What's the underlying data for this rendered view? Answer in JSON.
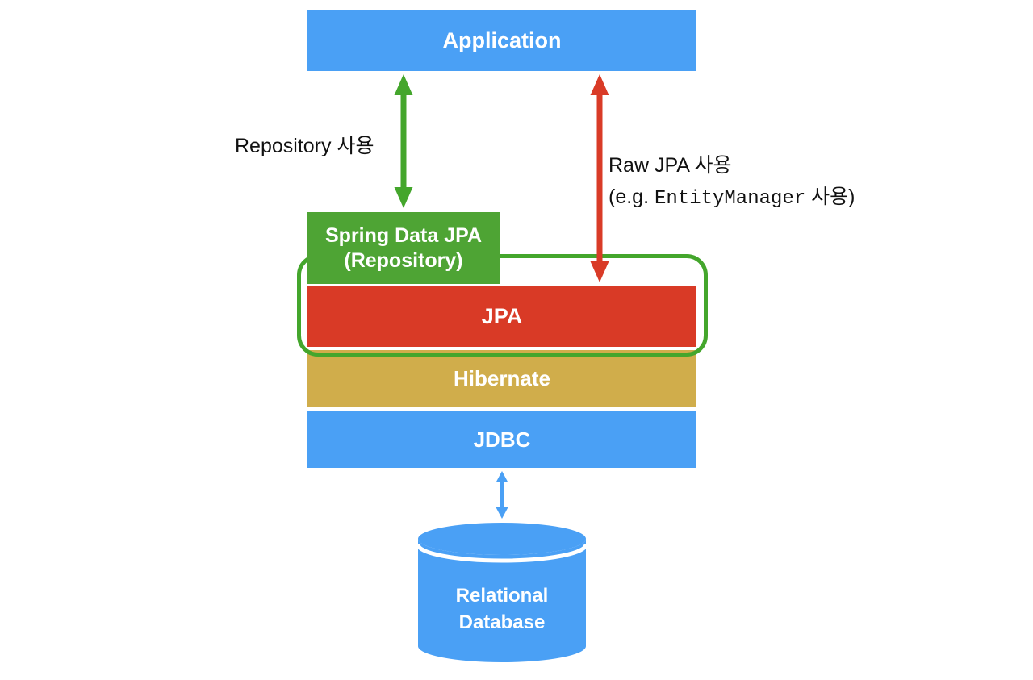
{
  "colors": {
    "blue": "#4aa0f5",
    "green_box": "#4ea434",
    "green_arrow": "#44a62c",
    "red_box": "#d93a26",
    "red_arrow": "#d93b27",
    "gold": "#d0ad4b",
    "label_text": "#111111",
    "box_text": "#ffffff"
  },
  "boxes": {
    "application": "Application",
    "spring_data_jpa_line1": "Spring Data JPA",
    "spring_data_jpa_line2": "(Repository)",
    "jpa": "JPA",
    "hibernate": "Hibernate",
    "jdbc": "JDBC"
  },
  "labels": {
    "repository_usage": "Repository 사용",
    "raw_jpa_line1": "Raw JPA 사용",
    "raw_jpa_line2_prefix": "(e.g. ",
    "raw_jpa_line2_code": "EntityManager",
    "raw_jpa_line2_suffix": " 사용)"
  },
  "database": {
    "line1": "Relational",
    "line2": "Database"
  }
}
